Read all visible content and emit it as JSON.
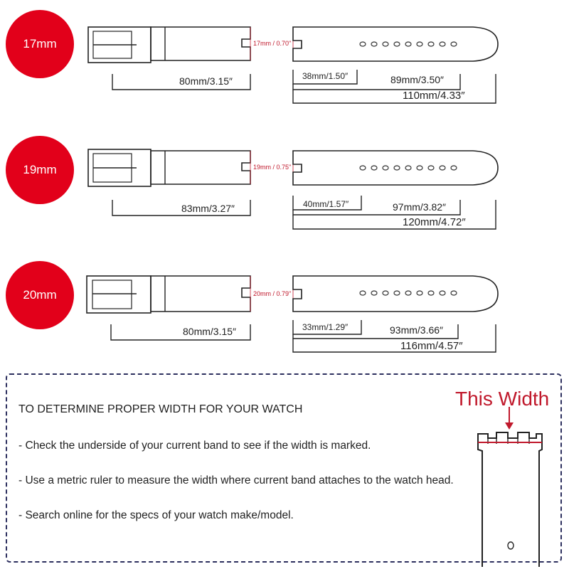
{
  "colors": {
    "badge": "#e2001a",
    "accent": "#c0192c",
    "border": "#2c2f5e"
  },
  "bands": [
    {
      "size": "17mm",
      "width_label": "17mm / 0.70\"",
      "buckle_len": "80mm/3.15″",
      "tip_gap": "38mm/1.50″",
      "holes_len": "89mm/3.50″",
      "total_len": "110mm/4.33″"
    },
    {
      "size": "19mm",
      "width_label": "19mm / 0.75\"",
      "buckle_len": "83mm/3.27″",
      "tip_gap": "40mm/1.57″",
      "holes_len": "97mm/3.82″",
      "total_len": "120mm/4.72″"
    },
    {
      "size": "20mm",
      "width_label": "20mm / 0.79\"",
      "buckle_len": "80mm/3.15″",
      "tip_gap": "33mm/1.29″",
      "holes_len": "93mm/3.66″",
      "total_len": "116mm/4.57″"
    }
  ],
  "instructions": {
    "title": "TO DETERMINE PROPER WIDTH FOR YOUR WATCH",
    "tips": [
      "- Check the underside of your current band to see if the width is marked.",
      "- Use a metric ruler to measure the width where current band attaches to the watch head.",
      "- Search online for the specs of your watch make/model."
    ],
    "callout": "This Width"
  }
}
